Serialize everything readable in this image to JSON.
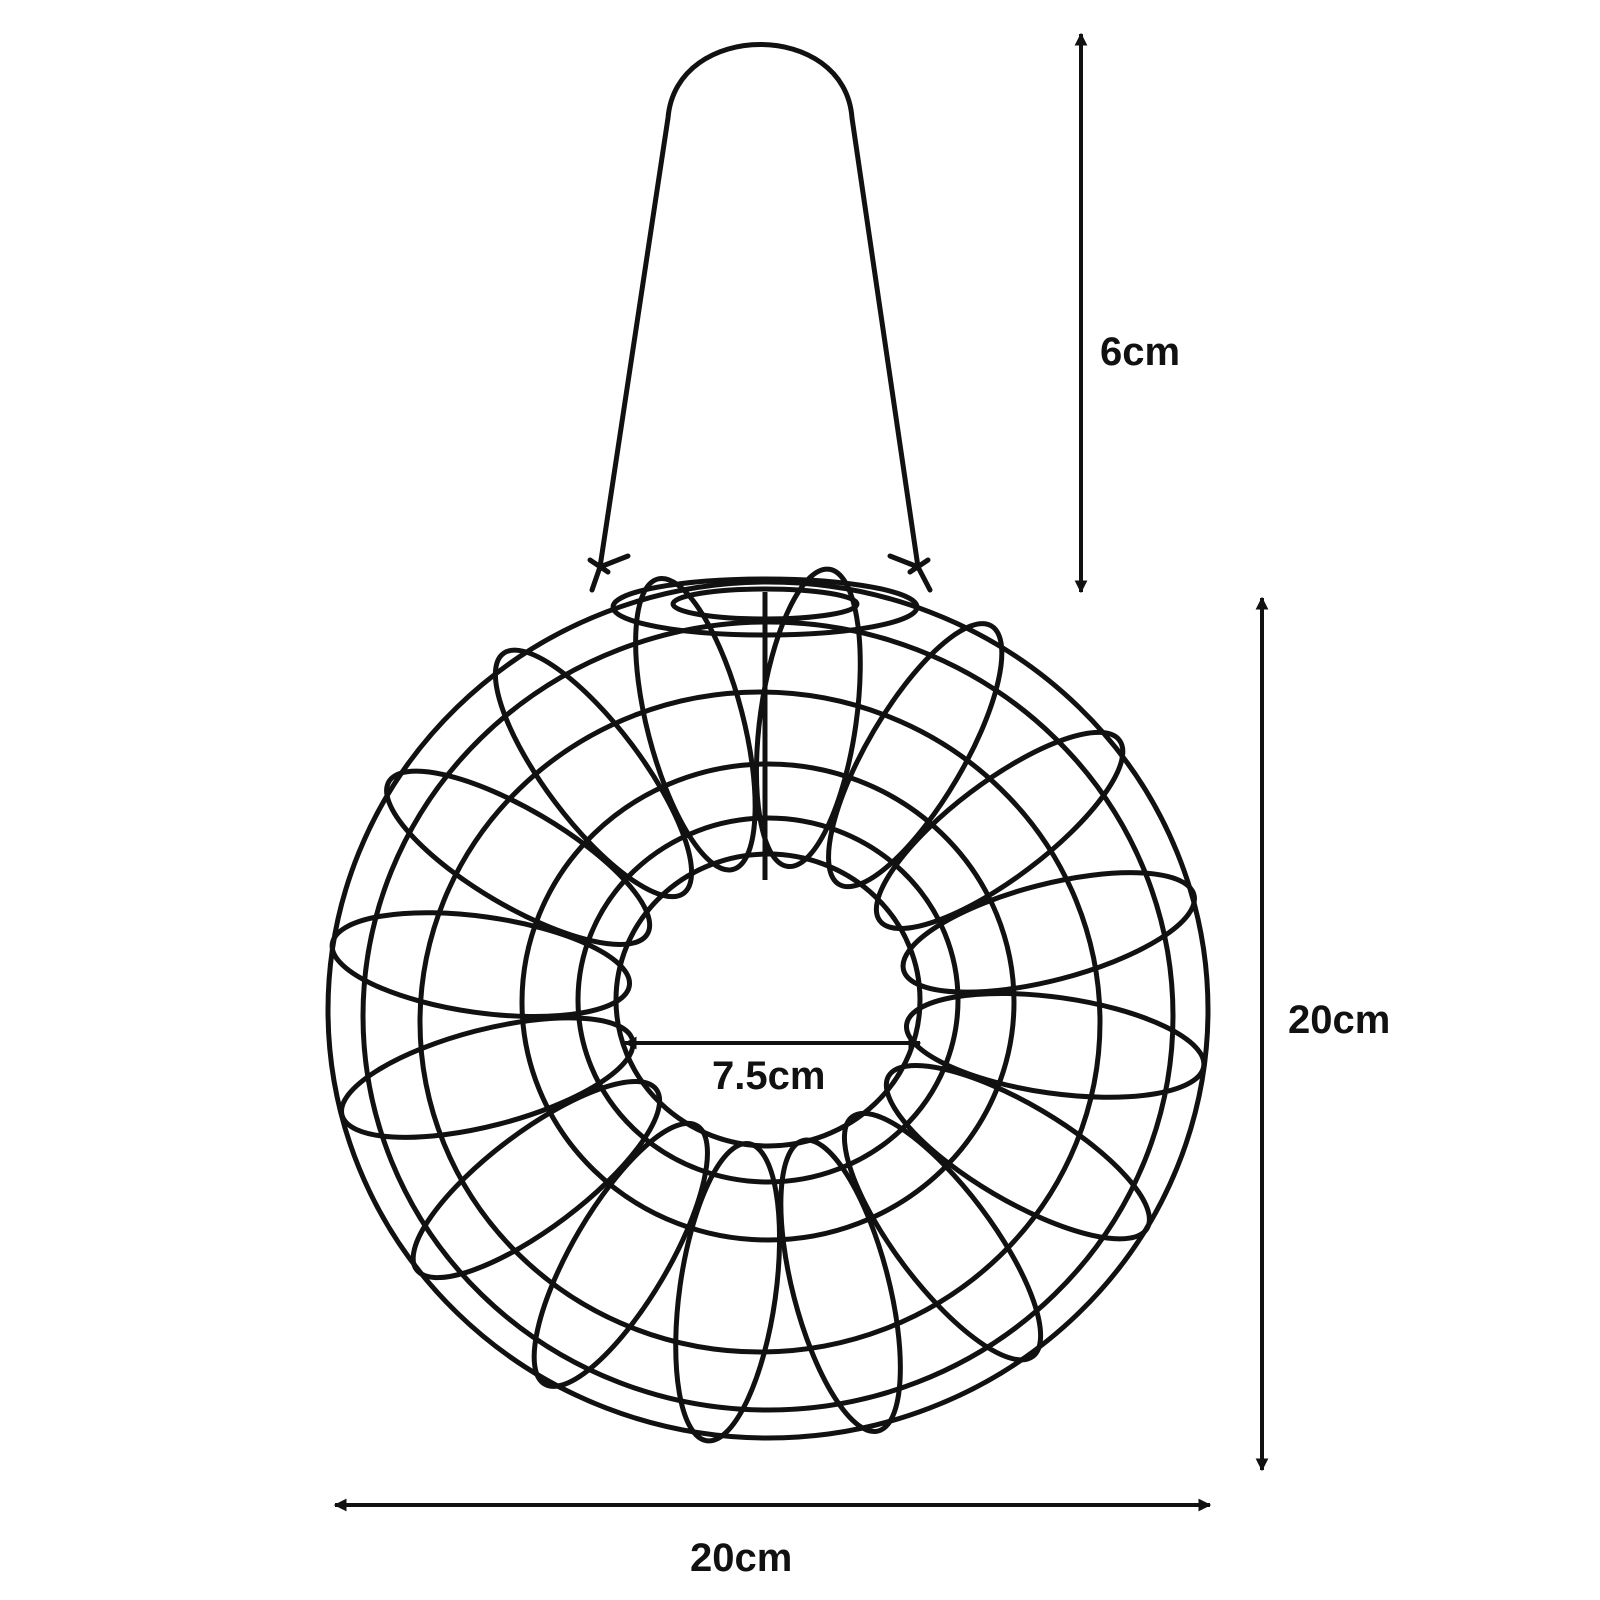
{
  "product": {
    "name": "round wire fat ball feeder with hanging handle",
    "wire_color": "#111111",
    "background_color": "#ffffff"
  },
  "dimensions": {
    "handle_height": "6cm",
    "height": "20cm",
    "width": "20cm",
    "inner_opening": "7.5cm"
  }
}
